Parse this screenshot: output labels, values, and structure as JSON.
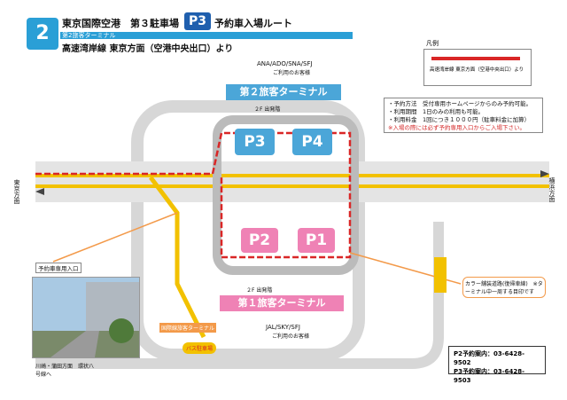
{
  "header": {
    "terminal_number": "2",
    "terminal_band": "第2旅客ターミナル",
    "title": "東京国際空港　第３駐車場",
    "lot_badge": "P3",
    "route_title": "予約車入場ルート",
    "subtitle": "高速湾岸線 東京方面（空港中央出口）より"
  },
  "legend": {
    "title": "凡例",
    "text": "高速湾岸線 東京方面（空港中央出口）より"
  },
  "notes": {
    "line1": "・予約方法　受付専用ホームページからのみ予約可能。",
    "line2": "・利用期間　1日のみの利用も可能。",
    "line3": "・利用料金　1回につき１０００円（駐車料金に加算）",
    "warning": "※入場の際には必ず予約専用入口からご入場下さい。"
  },
  "terminals": {
    "t2": {
      "label": "第２旅客ターミナル",
      "airlines": "ANA/ADO/SNA/SFJ",
      "note": "ご利用のお客様"
    },
    "t1": {
      "label": "第１旅客ターミナル",
      "airlines": "JAL/SKY/SFJ",
      "note": "ご利用のお客様"
    }
  },
  "lots": {
    "p1": "P1",
    "p2": "P2",
    "p3": "P3",
    "p4": "P4"
  },
  "labels": {
    "tokyo": "東京方面",
    "yokohama": "横浜方面",
    "kawasaki": "川崎・蒲田方面　環状八号線へ",
    "reserve_entrance": "予約車専用入口",
    "p2_exit": "２F 出発階",
    "p3_exit": "２F 出発階",
    "shuttle": "国際線旅客ターミナル",
    "bus_lot": "バス駐車場",
    "callout": "カラー舗装道路(復帰車線)　※ターミナル中一周する目印です"
  },
  "contact": {
    "p2": "P2予約案内：03-6428-9502",
    "p3": "P3予約案内：03-6428-9503"
  },
  "colors": {
    "t2_blue": "#4ba6d8",
    "t1_pink": "#ef82b5",
    "route_red": "#d92626",
    "road_yellow": "#f2c100",
    "road_gray": "#d7d7d7"
  }
}
